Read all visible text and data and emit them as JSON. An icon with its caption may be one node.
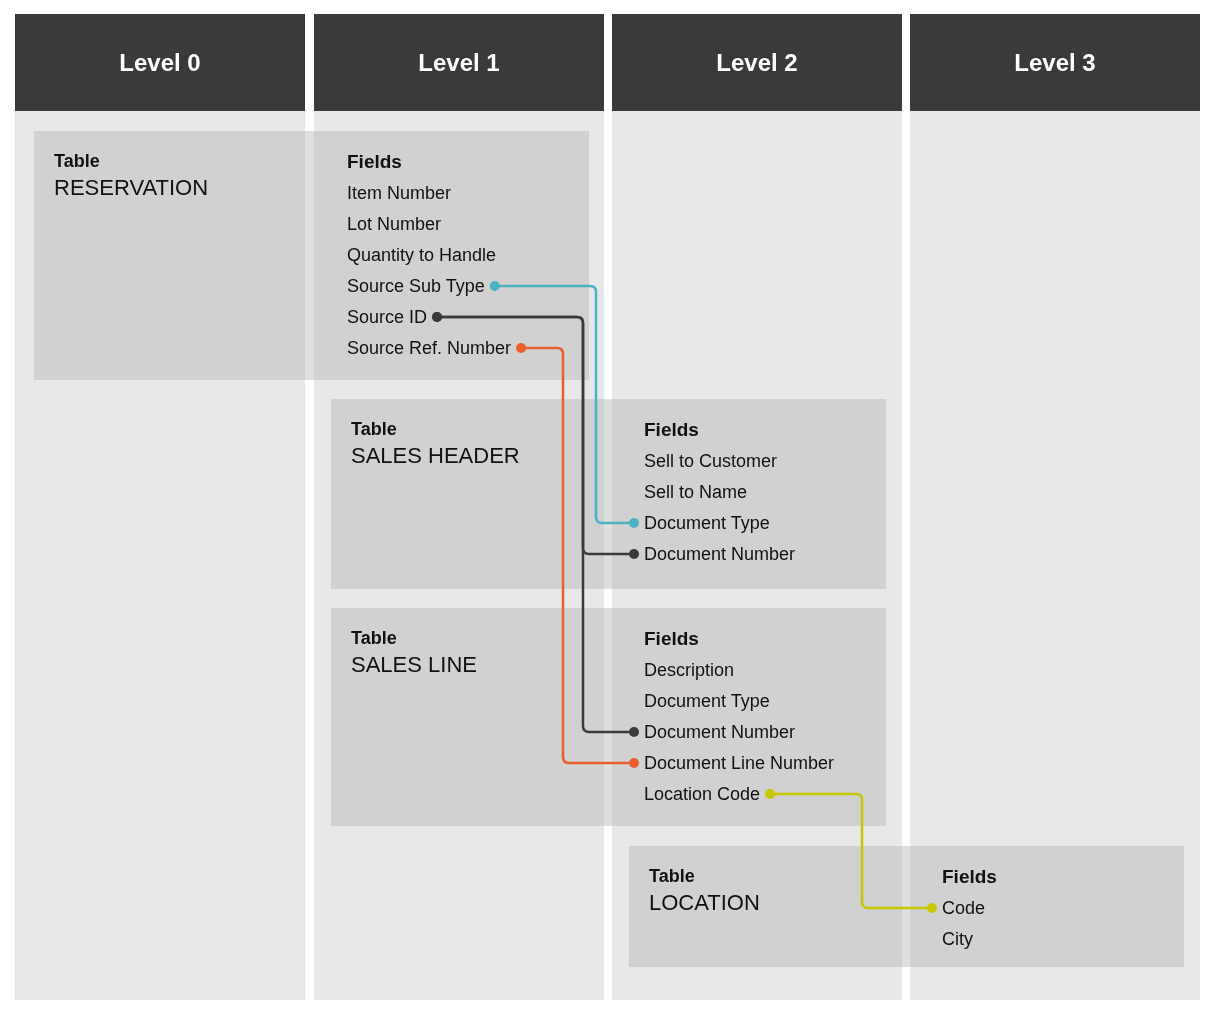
{
  "diagram": {
    "nodes": [
      {
        "text": [
          "Level 0"
        ]
      },
      {
        "text": [
          "Level 1"
        ]
      },
      {
        "text": [
          "Level 2"
        ]
      },
      {
        "text": [
          "Level 3"
        ]
      },
      {
        "text": [
          "Table",
          "RESERVATION",
          "Fields"
        ]
      },
      {
        "text": [
          "Item Number"
        ],
        "in": 4
      },
      {
        "text": [
          "Lot Number"
        ],
        "in": 4
      },
      {
        "text": [
          "Quantity to Handle"
        ],
        "in": 4
      },
      {
        "text": [
          "Source Sub Type"
        ],
        "in": 4
      },
      {
        "text": [
          "Source ID"
        ],
        "in": 4
      },
      {
        "text": [
          "Source Ref. Number"
        ],
        "in": 4
      },
      {
        "text": [
          "Table",
          "SALES HEADER",
          "Fields"
        ]
      },
      {
        "text": [
          "Sell to Customer"
        ],
        "in": 11
      },
      {
        "text": [
          "Sell to Name"
        ],
        "in": 11
      },
      {
        "text": [
          "Document Type"
        ],
        "in": 11
      },
      {
        "text": [
          "Document Number"
        ],
        "in": 11
      },
      {
        "text": [
          "Table",
          "SALES LINE",
          "Fields"
        ]
      },
      {
        "text": [
          "Description"
        ],
        "in": 16
      },
      {
        "text": [
          "Document Type"
        ],
        "in": 16
      },
      {
        "text": [
          "Document Number"
        ],
        "in": 16
      },
      {
        "text": [
          "Document Line Number"
        ],
        "in": 16
      },
      {
        "text": [
          "Location Code"
        ],
        "in": 16
      },
      {
        "text": [
          "Table",
          "LOCATION",
          "Fields"
        ]
      },
      {
        "text": [
          "Code"
        ],
        "in": 22
      },
      {
        "text": [
          "City"
        ],
        "in": 22
      }
    ],
    "edges": [
      {
        "from": 8,
        "to": 14,
        "arrow": "other",
        "color": "#4db3c2"
      },
      {
        "from": 9,
        "to": 15,
        "arrow": "other"
      },
      {
        "from": 9,
        "to": 19,
        "arrow": "other"
      },
      {
        "from": 10,
        "to": 20,
        "arrow": "other",
        "color": "#e8602c"
      },
      {
        "from": 21,
        "to": 23,
        "arrow": "other",
        "color": "#c8c800"
      }
    ]
  }
}
